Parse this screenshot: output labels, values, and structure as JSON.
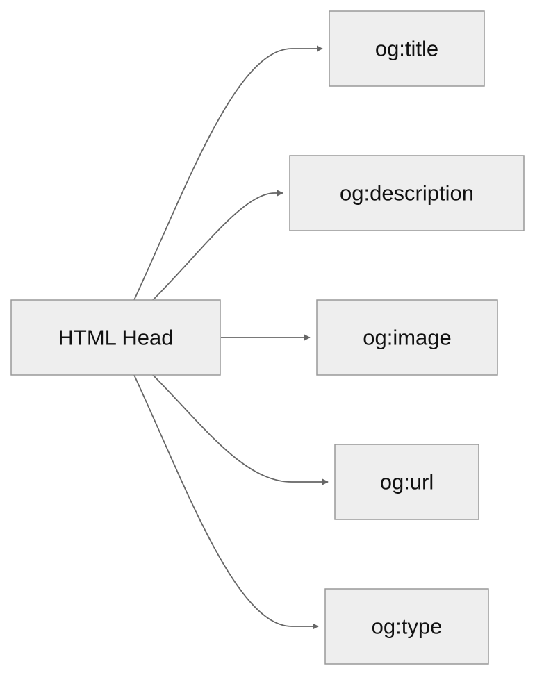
{
  "diagram": {
    "source": {
      "label": "HTML Head"
    },
    "targets": [
      {
        "label": "og:title"
      },
      {
        "label": "og:description"
      },
      {
        "label": "og:image"
      },
      {
        "label": "og:url"
      },
      {
        "label": "og:type"
      }
    ],
    "colors": {
      "node_fill": "#eeeeee",
      "node_border": "#999999",
      "edge": "#666666",
      "text": "#111111"
    }
  }
}
